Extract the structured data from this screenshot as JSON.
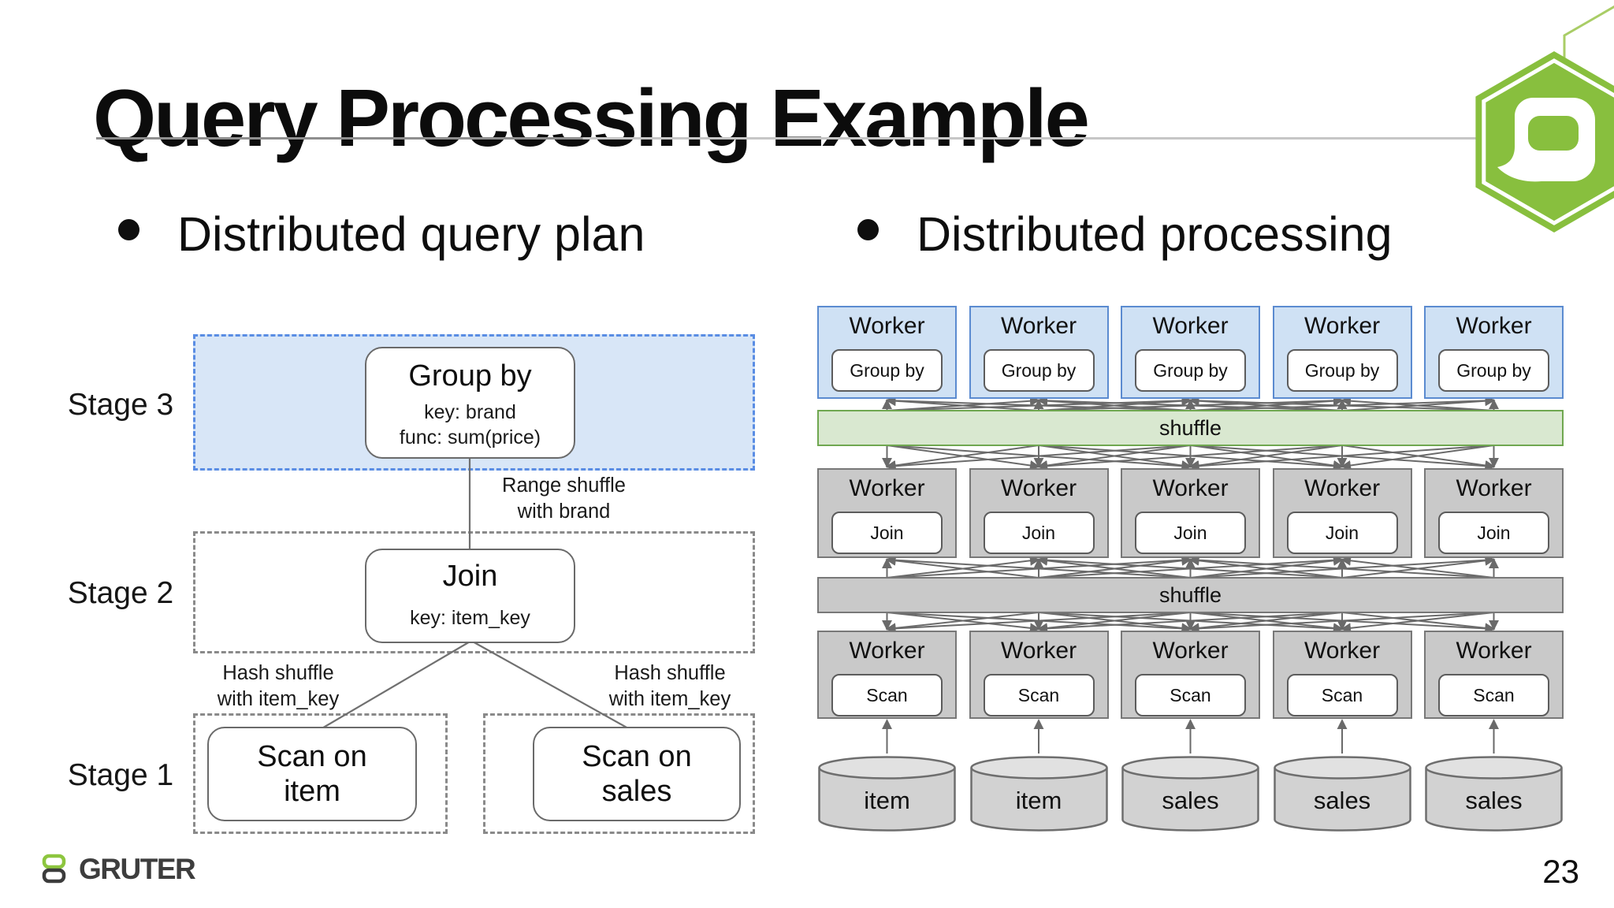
{
  "slide": {
    "title": "Query Processing Example",
    "page_number": "23",
    "footer_logo_text": "GRUTER",
    "bullets": [
      {
        "label": "Distributed query plan"
      },
      {
        "label": "Distributed processing"
      }
    ]
  },
  "query_plan": {
    "stage3_label": "Stage 3",
    "stage2_label": "Stage 2",
    "stage1_label": "Stage 1",
    "group_by": {
      "title": "Group by",
      "key": "key: brand",
      "func": "func: sum(price)"
    },
    "join": {
      "title": "Join",
      "key": "key: item_key"
    },
    "scan_item": "Scan on\nitem",
    "scan_sales": "Scan on\nsales",
    "edge_top": "Range shuffle\nwith brand",
    "edge_left": "Hash shuffle\nwith item_key",
    "edge_right": "Hash shuffle\nwith item_key"
  },
  "processing": {
    "worker_label": "Worker",
    "workers_per_row": 5,
    "rows": [
      {
        "op": "Group by",
        "style": "blue"
      },
      {
        "op": "Join",
        "style": "gray"
      },
      {
        "op": "Scan",
        "style": "gray"
      }
    ],
    "shuffle_top": "shuffle",
    "shuffle_bottom": "shuffle",
    "datastores": [
      "item",
      "item",
      "sales",
      "sales",
      "sales"
    ]
  },
  "colors": {
    "text": "#111111",
    "blue_fill": "#cfe1f4",
    "blue_border": "#5b8bd0",
    "stage3_fill": "#d8e6f7",
    "stage3_border": "#5a8de4",
    "green_fill": "#d9e8d0",
    "green_border": "#6fa750",
    "gray_fill": "#c9c9c9",
    "gray_border": "#787878",
    "dash_border": "#8a8a8a",
    "node_border": "#6a6a6a",
    "arrow": "#6a6a6a",
    "cyl_fill": "#d2d2d2",
    "cyl_top": "#e1e1e1",
    "cyl_border": "#6e6e6e",
    "logo_green": "#88bf3e",
    "logo_ring": "#a9cd66",
    "footer_text": "#3d3d3d",
    "rule_left": "#8f8f8f",
    "rule_right": "#c6c6c6"
  }
}
